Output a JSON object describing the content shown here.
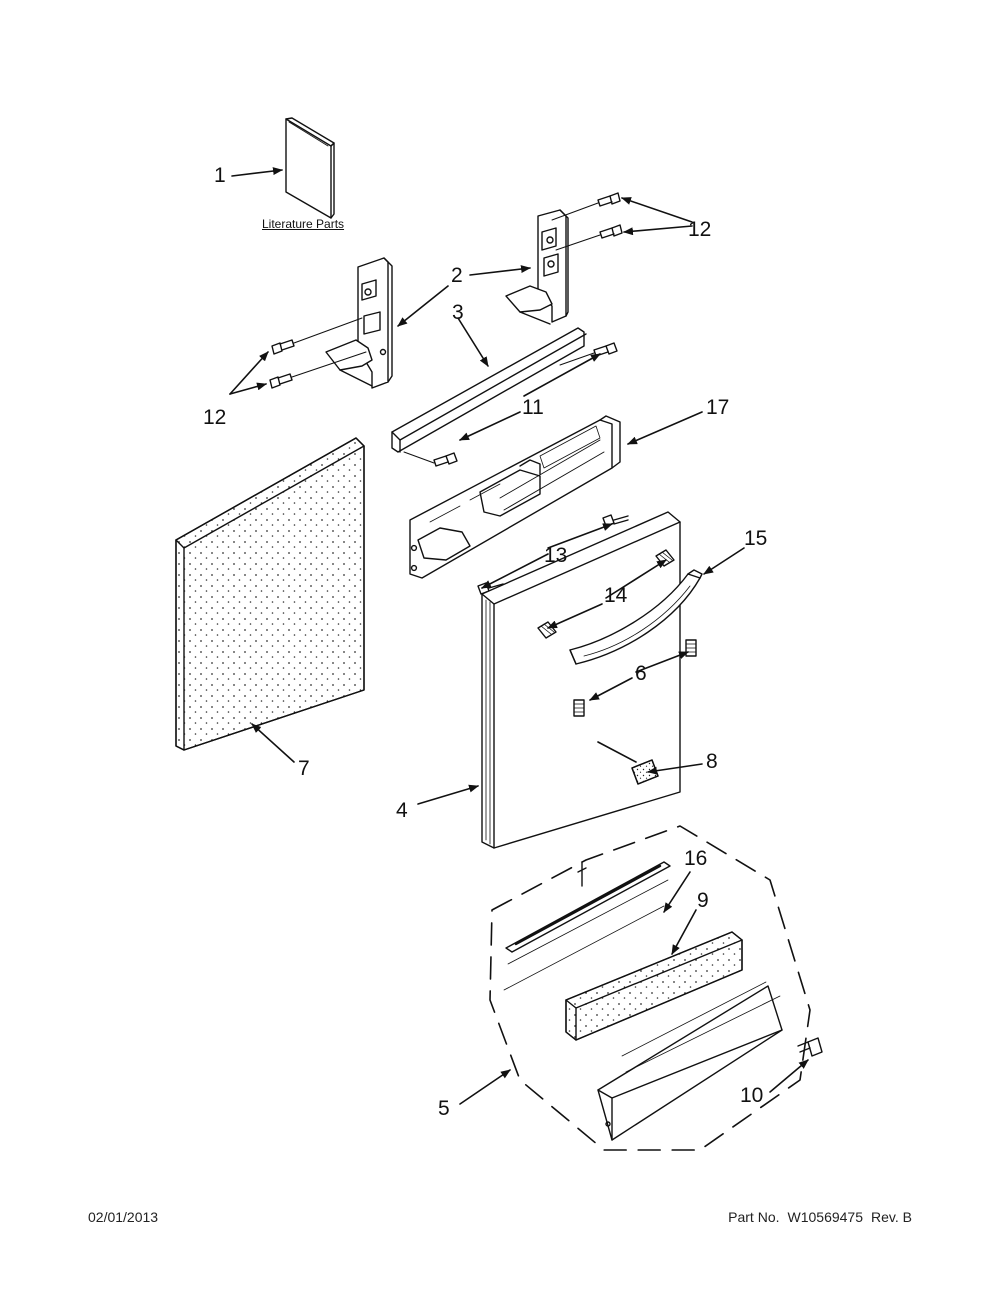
{
  "literature_label": "Literature Parts",
  "callouts": {
    "c1": "1",
    "c2": "2",
    "c3": "3",
    "c4": "4",
    "c5": "5",
    "c6": "6",
    "c7": "7",
    "c8": "8",
    "c9": "9",
    "c10": "10",
    "c11": "11",
    "c12a": "12",
    "c12b": "12",
    "c13": "13",
    "c14": "14",
    "c15": "15",
    "c16": "16",
    "c17": "17"
  },
  "footer": {
    "date": "02/01/2013",
    "part_label": "Part No.",
    "part_number": "W10569475",
    "revision": "Rev. B"
  },
  "colors": {
    "line": "#111111",
    "paper": "#ffffff"
  }
}
